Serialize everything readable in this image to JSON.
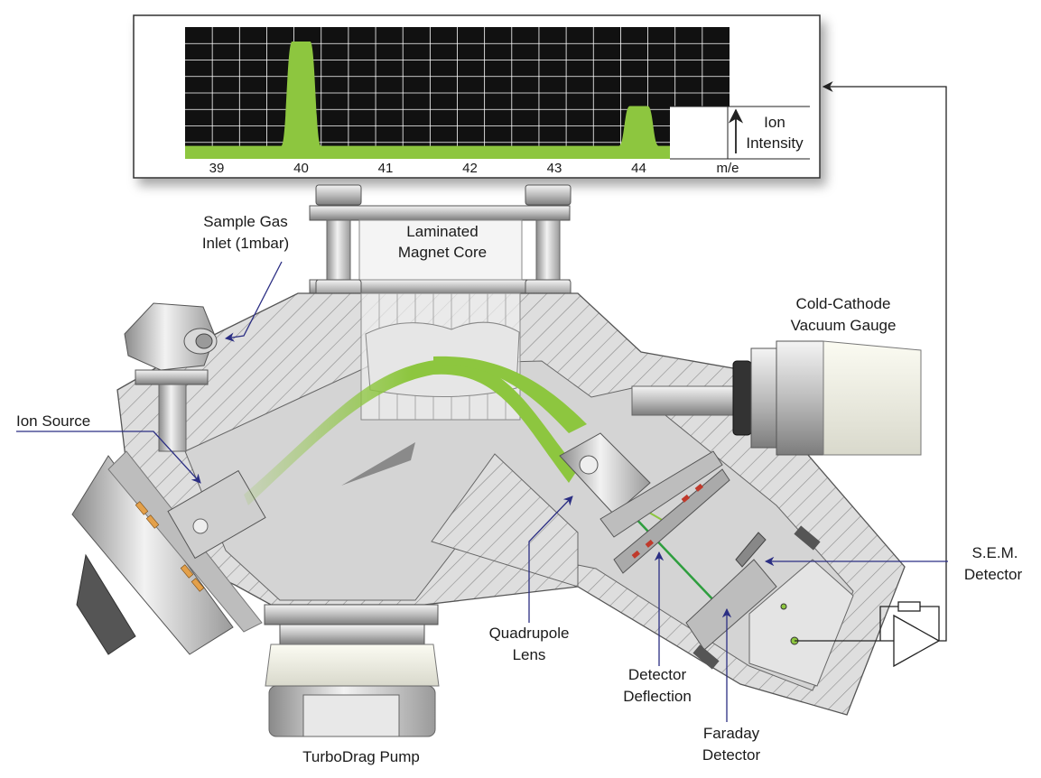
{
  "spectrum": {
    "x_ticks": [
      "39",
      "40",
      "41",
      "42",
      "43",
      "44"
    ],
    "x_unit": "m/e",
    "y_label_line1": "Ion",
    "y_label_line2": "Intensity",
    "trace_color": "#8dc63f"
  },
  "chart_data": {
    "type": "line",
    "x": [
      "39",
      "40",
      "41",
      "42",
      "43",
      "44"
    ],
    "xlabel": "m/e",
    "ylabel": "Ion Intensity",
    "series": [
      {
        "values": [
          0.05,
          1.0,
          0.05,
          0.05,
          0.05,
          0.45
        ]
      }
    ]
  },
  "labels": {
    "magnet_core_l1": "Laminated",
    "magnet_core_l2": "Magnet Core",
    "gas_inlet_l1": "Sample Gas",
    "gas_inlet_l2": "Inlet (1mbar)",
    "ion_source": "Ion Source",
    "gauge_l1": "Cold-Cathode",
    "gauge_l2": "Vacuum Gauge",
    "sem_l1": "S.E.M.",
    "sem_l2": "Detector",
    "quad_l1": "Quadrupole",
    "quad_l2": "Lens",
    "deflect_l1": "Detector",
    "deflect_l2": "Deflection",
    "faraday_l1": "Faraday",
    "faraday_l2": "Detector",
    "pump": "TurboDrag Pump"
  },
  "colors": {
    "beam": "#8dc63f",
    "arrow": "#2b2e83",
    "body": "#d8d8d8",
    "hatch": "#888888"
  }
}
